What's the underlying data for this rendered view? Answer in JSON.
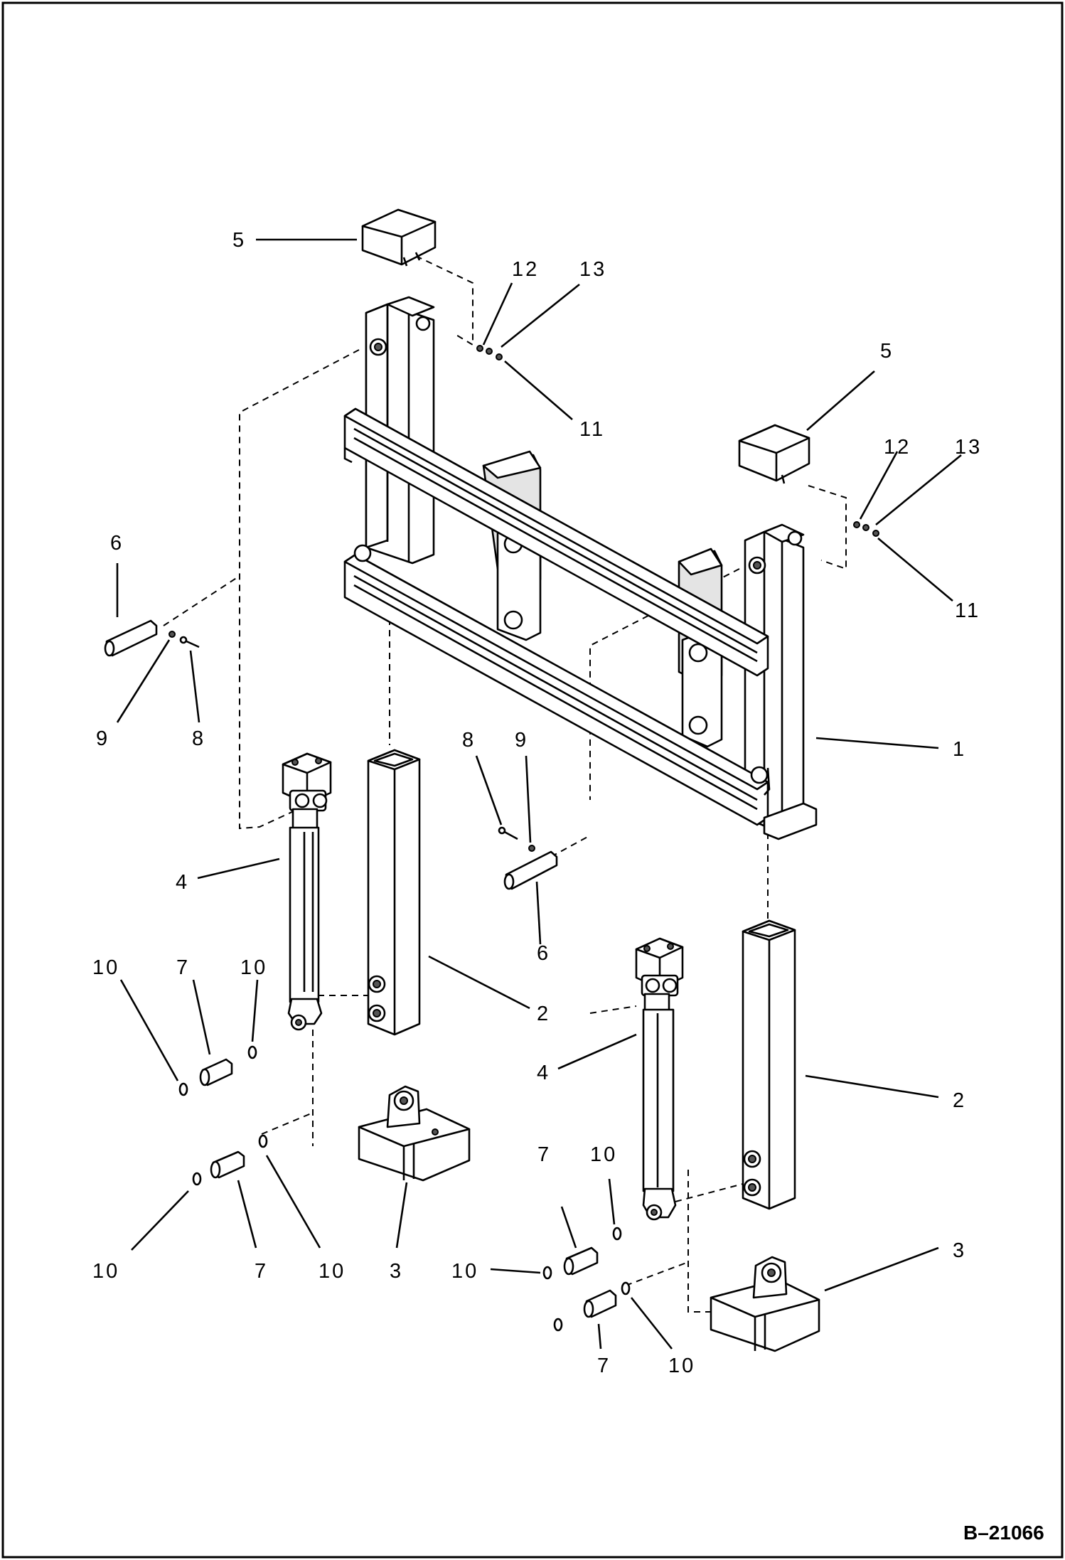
{
  "drawing": {
    "figure_code": "B–21066"
  },
  "callouts": [
    {
      "id": "c5a",
      "label": "5"
    },
    {
      "id": "c12a",
      "label": "12"
    },
    {
      "id": "c13a",
      "label": "13"
    },
    {
      "id": "c11a",
      "label": "11"
    },
    {
      "id": "c5b",
      "label": "5"
    },
    {
      "id": "c12b",
      "label": "12"
    },
    {
      "id": "c13b",
      "label": "13"
    },
    {
      "id": "c11b",
      "label": "11"
    },
    {
      "id": "c6a",
      "label": "6"
    },
    {
      "id": "c9a",
      "label": "9"
    },
    {
      "id": "c8a",
      "label": "8"
    },
    {
      "id": "c1",
      "label": "1"
    },
    {
      "id": "c8b",
      "label": "8"
    },
    {
      "id": "c9b",
      "label": "9"
    },
    {
      "id": "c4a",
      "label": "4"
    },
    {
      "id": "c6b",
      "label": "6"
    },
    {
      "id": "c10a",
      "label": "10"
    },
    {
      "id": "c7a",
      "label": "7"
    },
    {
      "id": "c10b",
      "label": "10"
    },
    {
      "id": "c2a",
      "label": "2"
    },
    {
      "id": "c4b",
      "label": "4"
    },
    {
      "id": "c2b",
      "label": "2"
    },
    {
      "id": "c10c",
      "label": "10"
    },
    {
      "id": "c7b",
      "label": "7"
    },
    {
      "id": "c10d",
      "label": "10"
    },
    {
      "id": "c3a",
      "label": "3"
    },
    {
      "id": "c7c",
      "label": "7"
    },
    {
      "id": "c10e",
      "label": "10"
    },
    {
      "id": "c3b",
      "label": "3"
    },
    {
      "id": "c10f",
      "label": "10"
    },
    {
      "id": "c7d",
      "label": "7"
    },
    {
      "id": "c10g",
      "label": "10"
    }
  ]
}
